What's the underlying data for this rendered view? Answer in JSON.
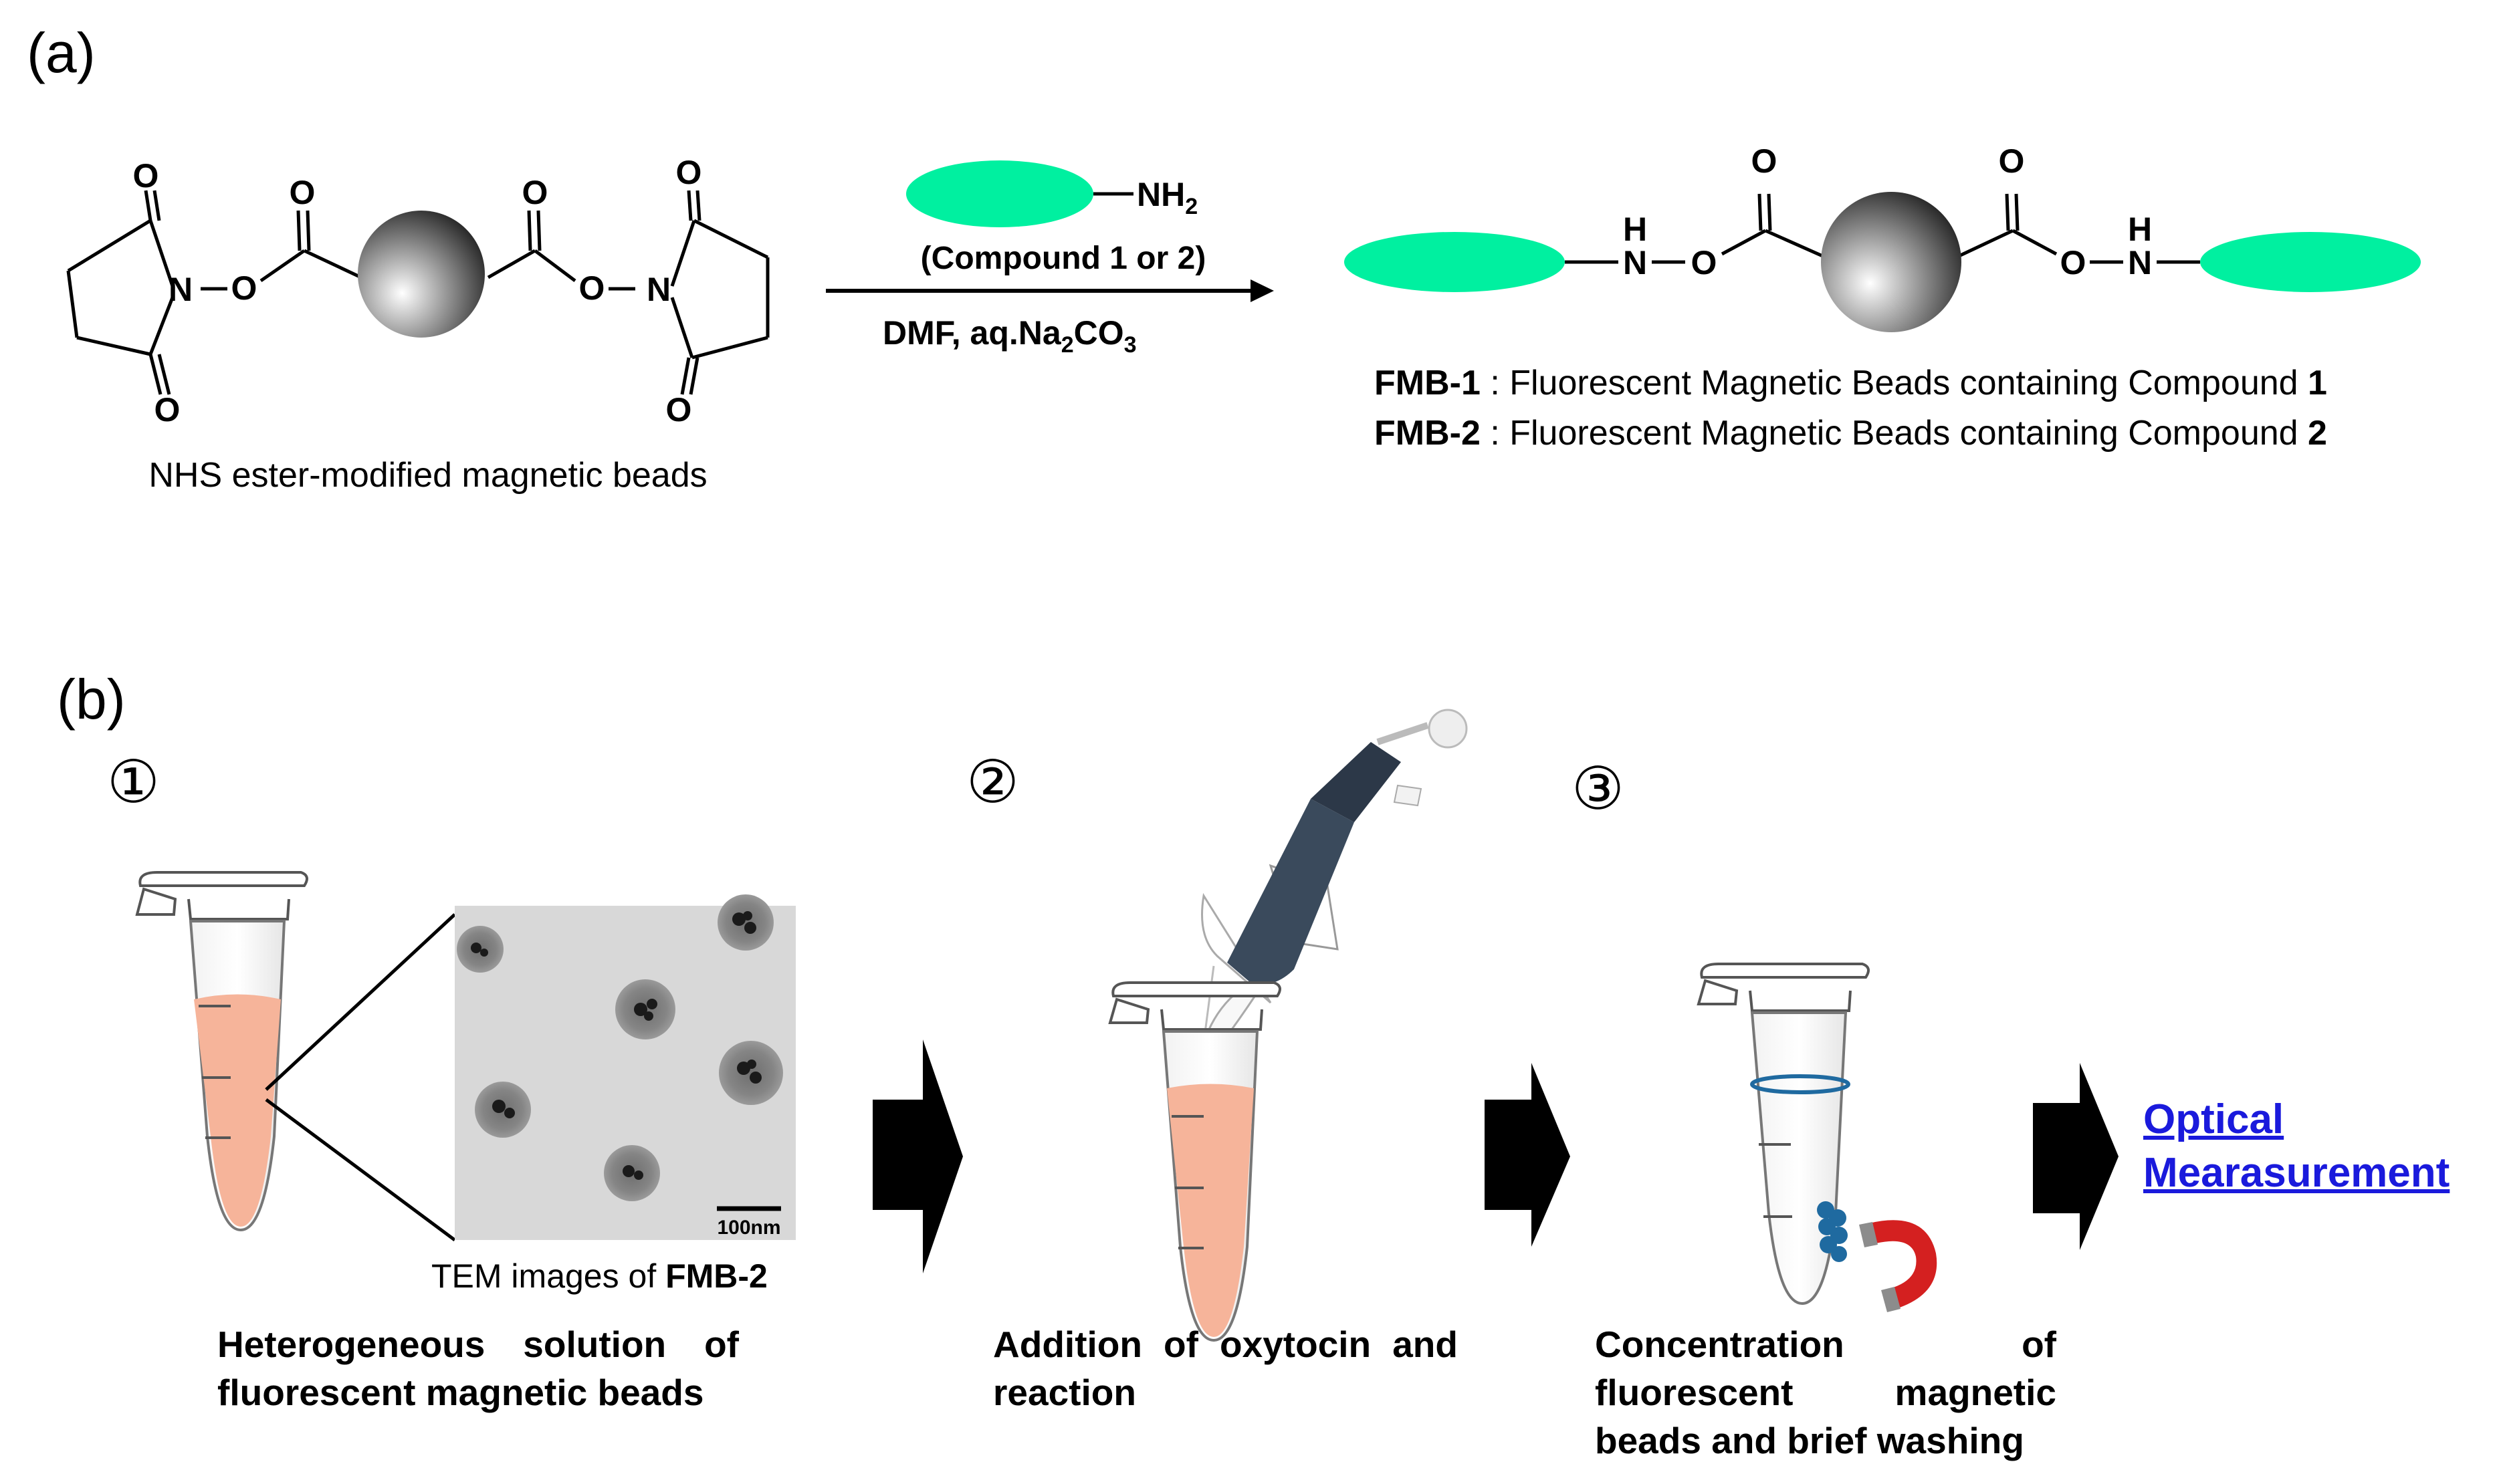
{
  "panel_a": {
    "label": "(a)",
    "reagent_group": "NH",
    "reagent_group_sub": "2",
    "reagent_note": "(Compound 1 or 2)",
    "conditions_prefix": "DMF, aq.Na",
    "conditions_sub1": "2",
    "conditions_mid": "CO",
    "conditions_sub2": "3",
    "start_atoms": {
      "o": "O",
      "n": "N"
    },
    "start_caption": "NHS ester-modified magnetic beads",
    "product_atoms": {
      "o": "O",
      "n": "N",
      "h": "H"
    },
    "legend": [
      {
        "name": "FMB-1",
        "text": " : Fluorescent Magnetic Beads containing Compound ",
        "compound": "1"
      },
      {
        "name": "FMB-2",
        "text": " : Fluorescent Magnetic Beads containing Compound ",
        "compound": "2"
      }
    ],
    "colors": {
      "fluorophore": "#00f0a0",
      "bead_dark": "#1e1e1e"
    }
  },
  "panel_b": {
    "label": "(b)",
    "step_markers": [
      "①",
      "②",
      "③"
    ],
    "tem": {
      "scale_bar": "100nm",
      "caption_prefix": "TEM images of ",
      "caption_bold": "FMB-2"
    },
    "step1_caption": [
      "Heterogeneous solution of",
      "fluorescent magnetic beads"
    ],
    "step2_caption": [
      "Addition of oxytocin and",
      "reaction"
    ],
    "step3_caption": [
      "Concentration of",
      "fluorescent magnetic",
      "beads and brief washing"
    ],
    "final_link": [
      "Optical",
      "Mearasurement"
    ],
    "colors": {
      "liquid": "#f6b49a",
      "link": "#1a1adc",
      "beads": "#1f6aa0",
      "magnet": "#d42020"
    }
  }
}
